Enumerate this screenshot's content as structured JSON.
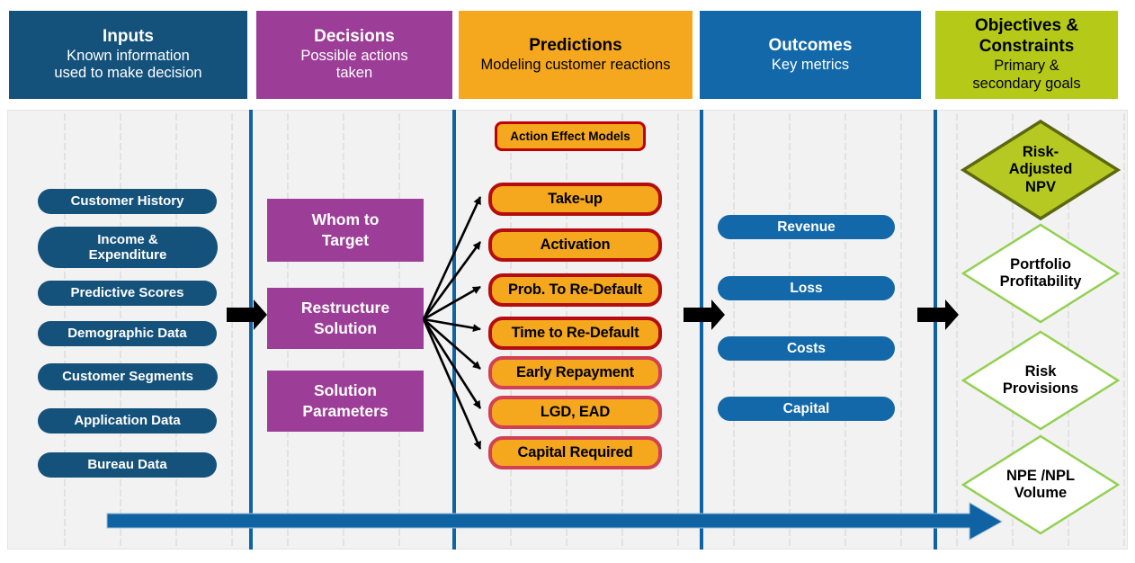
{
  "headers": [
    {
      "title": "Inputs",
      "subtitle": "Known information\nused to make decision",
      "bg": "#15527b",
      "fg": "#ffffff"
    },
    {
      "title": "Decisions",
      "subtitle": "Possible actions\ntaken",
      "bg": "#9c3d97",
      "fg": "#ffffff"
    },
    {
      "title": "Predictions",
      "subtitle": "Modeling customer reactions",
      "bg": "#f5a81e",
      "fg": "#000000"
    },
    {
      "title": "Outcomes",
      "subtitle": "Key metrics",
      "bg": "#1268a8",
      "fg": "#ffffff"
    },
    {
      "title": "Objectives &\nConstraints",
      "subtitle": "Primary &\nsecondary goals",
      "bg": "#b5c918",
      "fg": "#000000"
    }
  ],
  "inputs": {
    "items": [
      "Customer History",
      "Income &\nExpenditure",
      "Predictive Scores",
      "Demographic Data",
      "Customer Segments",
      "Application Data",
      "Bureau Data"
    ]
  },
  "decisions": {
    "items": [
      "Whom to\nTarget",
      "Restructure\nSolution",
      "Solution\nParameters"
    ]
  },
  "predictions": {
    "group_label": "Action Effect Models",
    "items": [
      "Take-up",
      "Activation",
      "Prob. To Re-Default",
      "Time to Re-Default",
      "Early Repayment",
      "LGD, EAD",
      "Capital Required"
    ]
  },
  "outcomes": {
    "items": [
      "Revenue",
      "Loss",
      "Costs",
      "Capital"
    ]
  },
  "objectives": {
    "items": [
      "Risk-\nAdjusted\nNPV",
      "Portfolio\nProfitability",
      "Risk\nProvisions",
      "NPE /NPL\nVolume"
    ]
  },
  "colors": {
    "navy": "#15527b",
    "purple": "#9c3d97",
    "orange": "#f5a81e",
    "blue": "#1268a8",
    "divider_arrow_blue": "#0f63a3",
    "lime_header": "#b5c918",
    "diamond_fill": "#b5c922",
    "diamond_fill_stroke": "#5d670f",
    "diamond_outline_green": "#92d050",
    "pred_border_dark_red": "#b50d0d",
    "pred_border_crimson": "#d24053",
    "canvas_bg": "#f2f2f2"
  }
}
